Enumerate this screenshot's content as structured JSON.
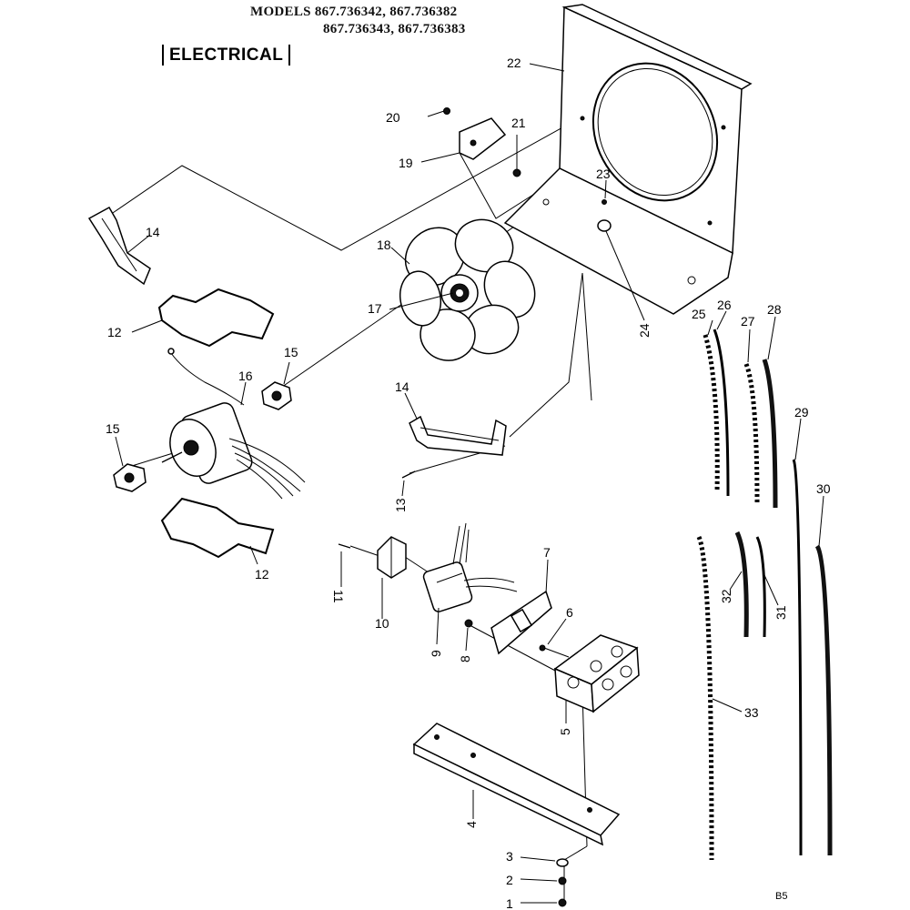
{
  "header": {
    "models_line1": "MODELS 867.736342,   867.736382",
    "models_line2": "867.736343,   867.736383",
    "section_title": "ELECTRICAL"
  },
  "callouts": [
    "1",
    "2",
    "3",
    "4",
    "5",
    "6",
    "7",
    "8",
    "9",
    "10",
    "11",
    "12",
    "12",
    "13",
    "14",
    "14",
    "15",
    "15",
    "16",
    "17",
    "18",
    "19",
    "20",
    "21",
    "22",
    "23",
    "24",
    "25",
    "26",
    "27",
    "28",
    "29",
    "30",
    "31",
    "32",
    "33"
  ],
  "page_number": "B5"
}
